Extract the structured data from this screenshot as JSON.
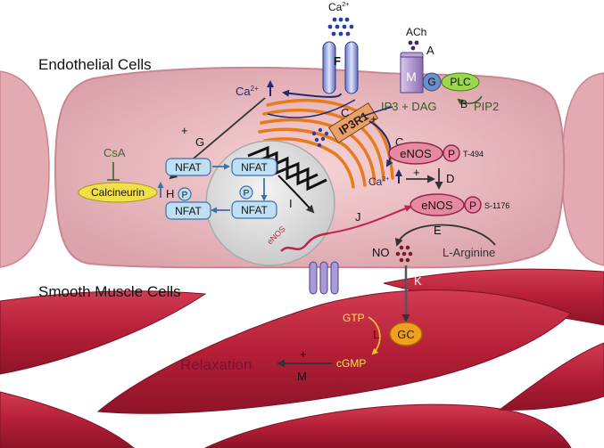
{
  "regions": {
    "endothelial_label": "Endothelial Cells",
    "smooth_muscle_label": "Smooth Muscle Cells"
  },
  "ions": {
    "ca_top": "Ca",
    "ca_cyto": "Ca",
    "ca_right": "Ca",
    "charge": "2+"
  },
  "receptors": {
    "ach": "ACh",
    "m": "M",
    "g": "G",
    "plc": "PLC",
    "ip3_dag": "IP3 + DAG",
    "pip2": "PIP2",
    "ip3r1": "IP3R1"
  },
  "nfat": {
    "nfat": "NFAT",
    "p": "P",
    "calcineurin": "Calcineurin",
    "csa": "CsA",
    "enos_gene": "eNOS"
  },
  "enos": {
    "enos": "eNOS",
    "p": "P",
    "t494": "T-494",
    "s1176": "S-1176",
    "no": "NO",
    "l_arginine": "L-Arginine"
  },
  "smooth": {
    "gtp": "GTP",
    "gc": "GC",
    "cgmp": "cGMP",
    "relaxation": "Relaxation"
  },
  "signs": {
    "plus": "+"
  },
  "step_labels": {
    "A": "A",
    "B": "B",
    "C": "C",
    "D": "D",
    "E": "E",
    "F": "F",
    "G": "G",
    "H": "H",
    "I": "I",
    "J": "J",
    "K": "K",
    "L": "L",
    "M": "M"
  },
  "colors": {
    "endothelial_fill": "#e7b4bb",
    "cytoplasm": "#f2c9cc",
    "smooth_muscle": "#b8213a",
    "nfat_blue": "#bfe0f3",
    "enos_fill": "#e889a3",
    "calcineurin": "#f2e04a",
    "gc_orange": "#f0a020",
    "er_orange": "#e67a1c",
    "plc_green": "#9ad64e",
    "receptor_purple": "#a98cc6",
    "ion_dots": "#2b3fa3",
    "no_dots": "#7b1b2a",
    "arrow_navy": "#1f2a70",
    "arrow_dark": "#333333",
    "text_green": "#3c6b2a",
    "relaxation_text": "#7a1230",
    "yellow_text": "#f5e646"
  }
}
